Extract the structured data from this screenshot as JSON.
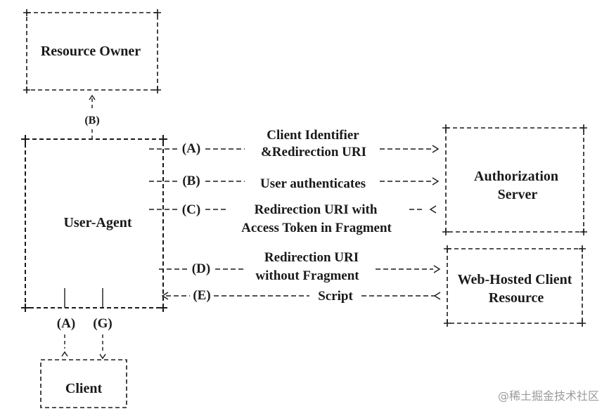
{
  "nodes": {
    "resource_owner": "Resource Owner",
    "user_agent": "User-Agent",
    "authorization_server_line1": "Authorization",
    "authorization_server_line2": "Server",
    "web_hosted_line1": "Web-Hosted Client",
    "web_hosted_line2": "Resource",
    "client": "Client"
  },
  "steps": {
    "a_letter": "(A)",
    "a_text_line1": "Client Identifier",
    "a_text_line2": "&Redirection URI",
    "b_letter": "(B)",
    "b_text": "User authenticates",
    "c_letter": "(C)",
    "c_text_line1": "Redirection URI with",
    "c_text_line2": "Access Token in Fragment",
    "d_letter": "(D)",
    "d_text_line1": "Redirection URI",
    "d_text_line2": "without Fragment",
    "e_letter": "(E)",
    "e_text": "Script",
    "top_b_letter": "(B)",
    "bottom_a_letter": "(A)",
    "bottom_g_letter": "(G)"
  },
  "watermark": "@稀土掘金技术社区"
}
